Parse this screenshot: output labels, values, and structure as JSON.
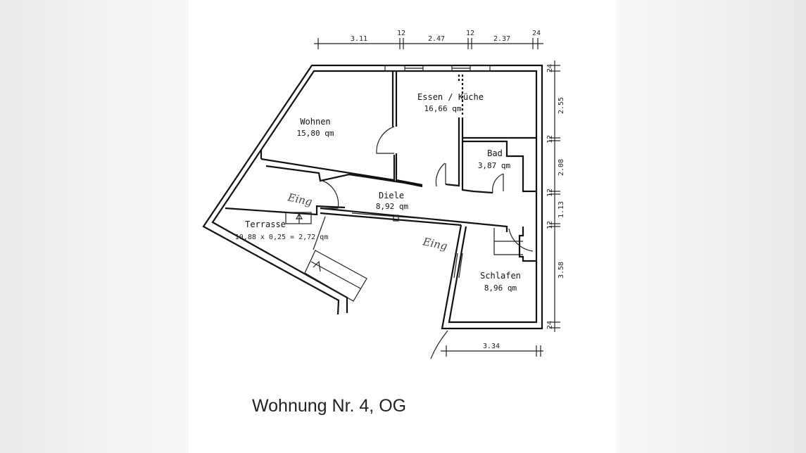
{
  "caption": "Wohnung Nr. 4, OG",
  "rooms": {
    "wohnen": {
      "name": "Wohnen",
      "area": "15,80 qm"
    },
    "essen": {
      "name": "Essen / Küche",
      "area": "16,66 qm"
    },
    "bad": {
      "name": "Bad",
      "area": "3,87 qm"
    },
    "diele": {
      "name": "Diele",
      "area": "8,92 qm"
    },
    "terrasse": {
      "name": "Terrasse",
      "area": "10,88 x 0,25 = 2,72 qm"
    },
    "schlafen": {
      "name": "Schlafen",
      "area": "8,96 qm"
    }
  },
  "handwritten": [
    "Eing",
    "Eing"
  ],
  "dimensions": {
    "top": [
      "3.11",
      "12",
      "2.47",
      "12",
      "2.37",
      "24"
    ],
    "right": [
      "24",
      "2.55",
      "12",
      "2.08",
      "12",
      "1.13",
      "12",
      "3.58",
      "24"
    ],
    "bottom": [
      "3.34"
    ]
  }
}
